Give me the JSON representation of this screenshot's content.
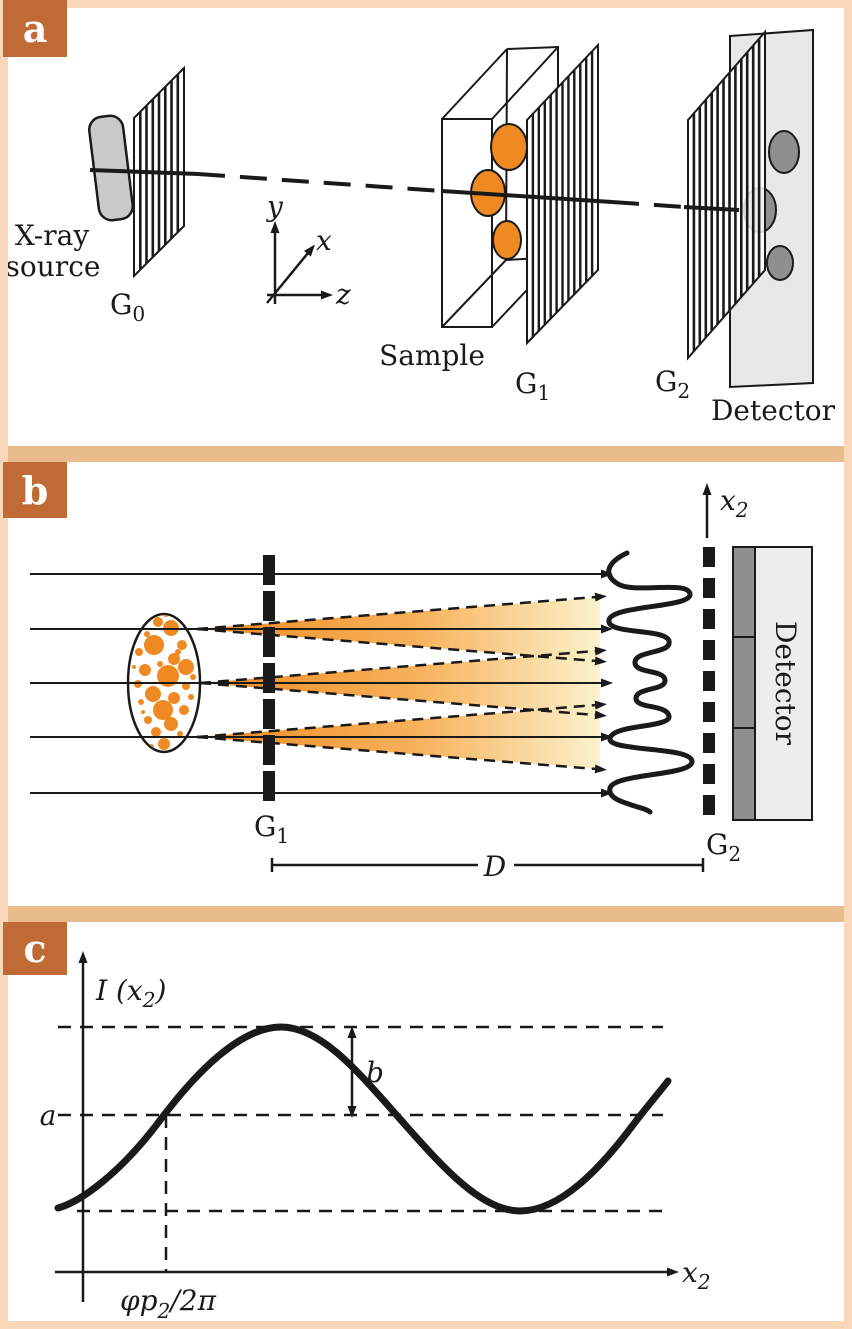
{
  "colors": {
    "accent_orange": "#EF8A22",
    "fan_pale": "#FCF2CC",
    "tag_background": "#C06A35",
    "tag_text": "#FFFFFF",
    "frame_outer": "#F8D8B8",
    "frame_separator": "#E8BB8D",
    "source_gray": "#C9C9C9",
    "detector_sheet_gray": "#E8E8E8",
    "detector_blob_gray": "#8F8F8F",
    "detector_strip_gray": "#8F8F8F",
    "detector_body_gray": "#EDEDED",
    "line_black": "#1A1A1A"
  },
  "panel_a": {
    "tag": "a",
    "source_label_line1": "X-ray",
    "source_label_line2": "source",
    "g0": {
      "base": "G",
      "sub": "0"
    },
    "axes": {
      "x": "x",
      "y": "y",
      "z": "z"
    },
    "sample_label": "Sample",
    "g1": {
      "base": "G",
      "sub": "1"
    },
    "g2": {
      "base": "G",
      "sub": "2"
    },
    "detector_label": "Detector"
  },
  "panel_b": {
    "tag": "b",
    "g1": {
      "base": "G",
      "sub": "1"
    },
    "g2": {
      "base": "G",
      "sub": "2"
    },
    "distance_label": "D",
    "x2_axis": {
      "base": "x",
      "sub": "2"
    },
    "detector_label": "Detector"
  },
  "panel_c": {
    "tag": "c",
    "y_axis_label": {
      "base": "I (x",
      "sub": "2",
      "close": ")"
    },
    "offset_label": "a",
    "amplitude_label": "b",
    "phase_label": {
      "base": "φp",
      "sub": "2",
      "tail": "/2π"
    },
    "x_axis_label": {
      "base": "x",
      "sub": "2"
    }
  }
}
